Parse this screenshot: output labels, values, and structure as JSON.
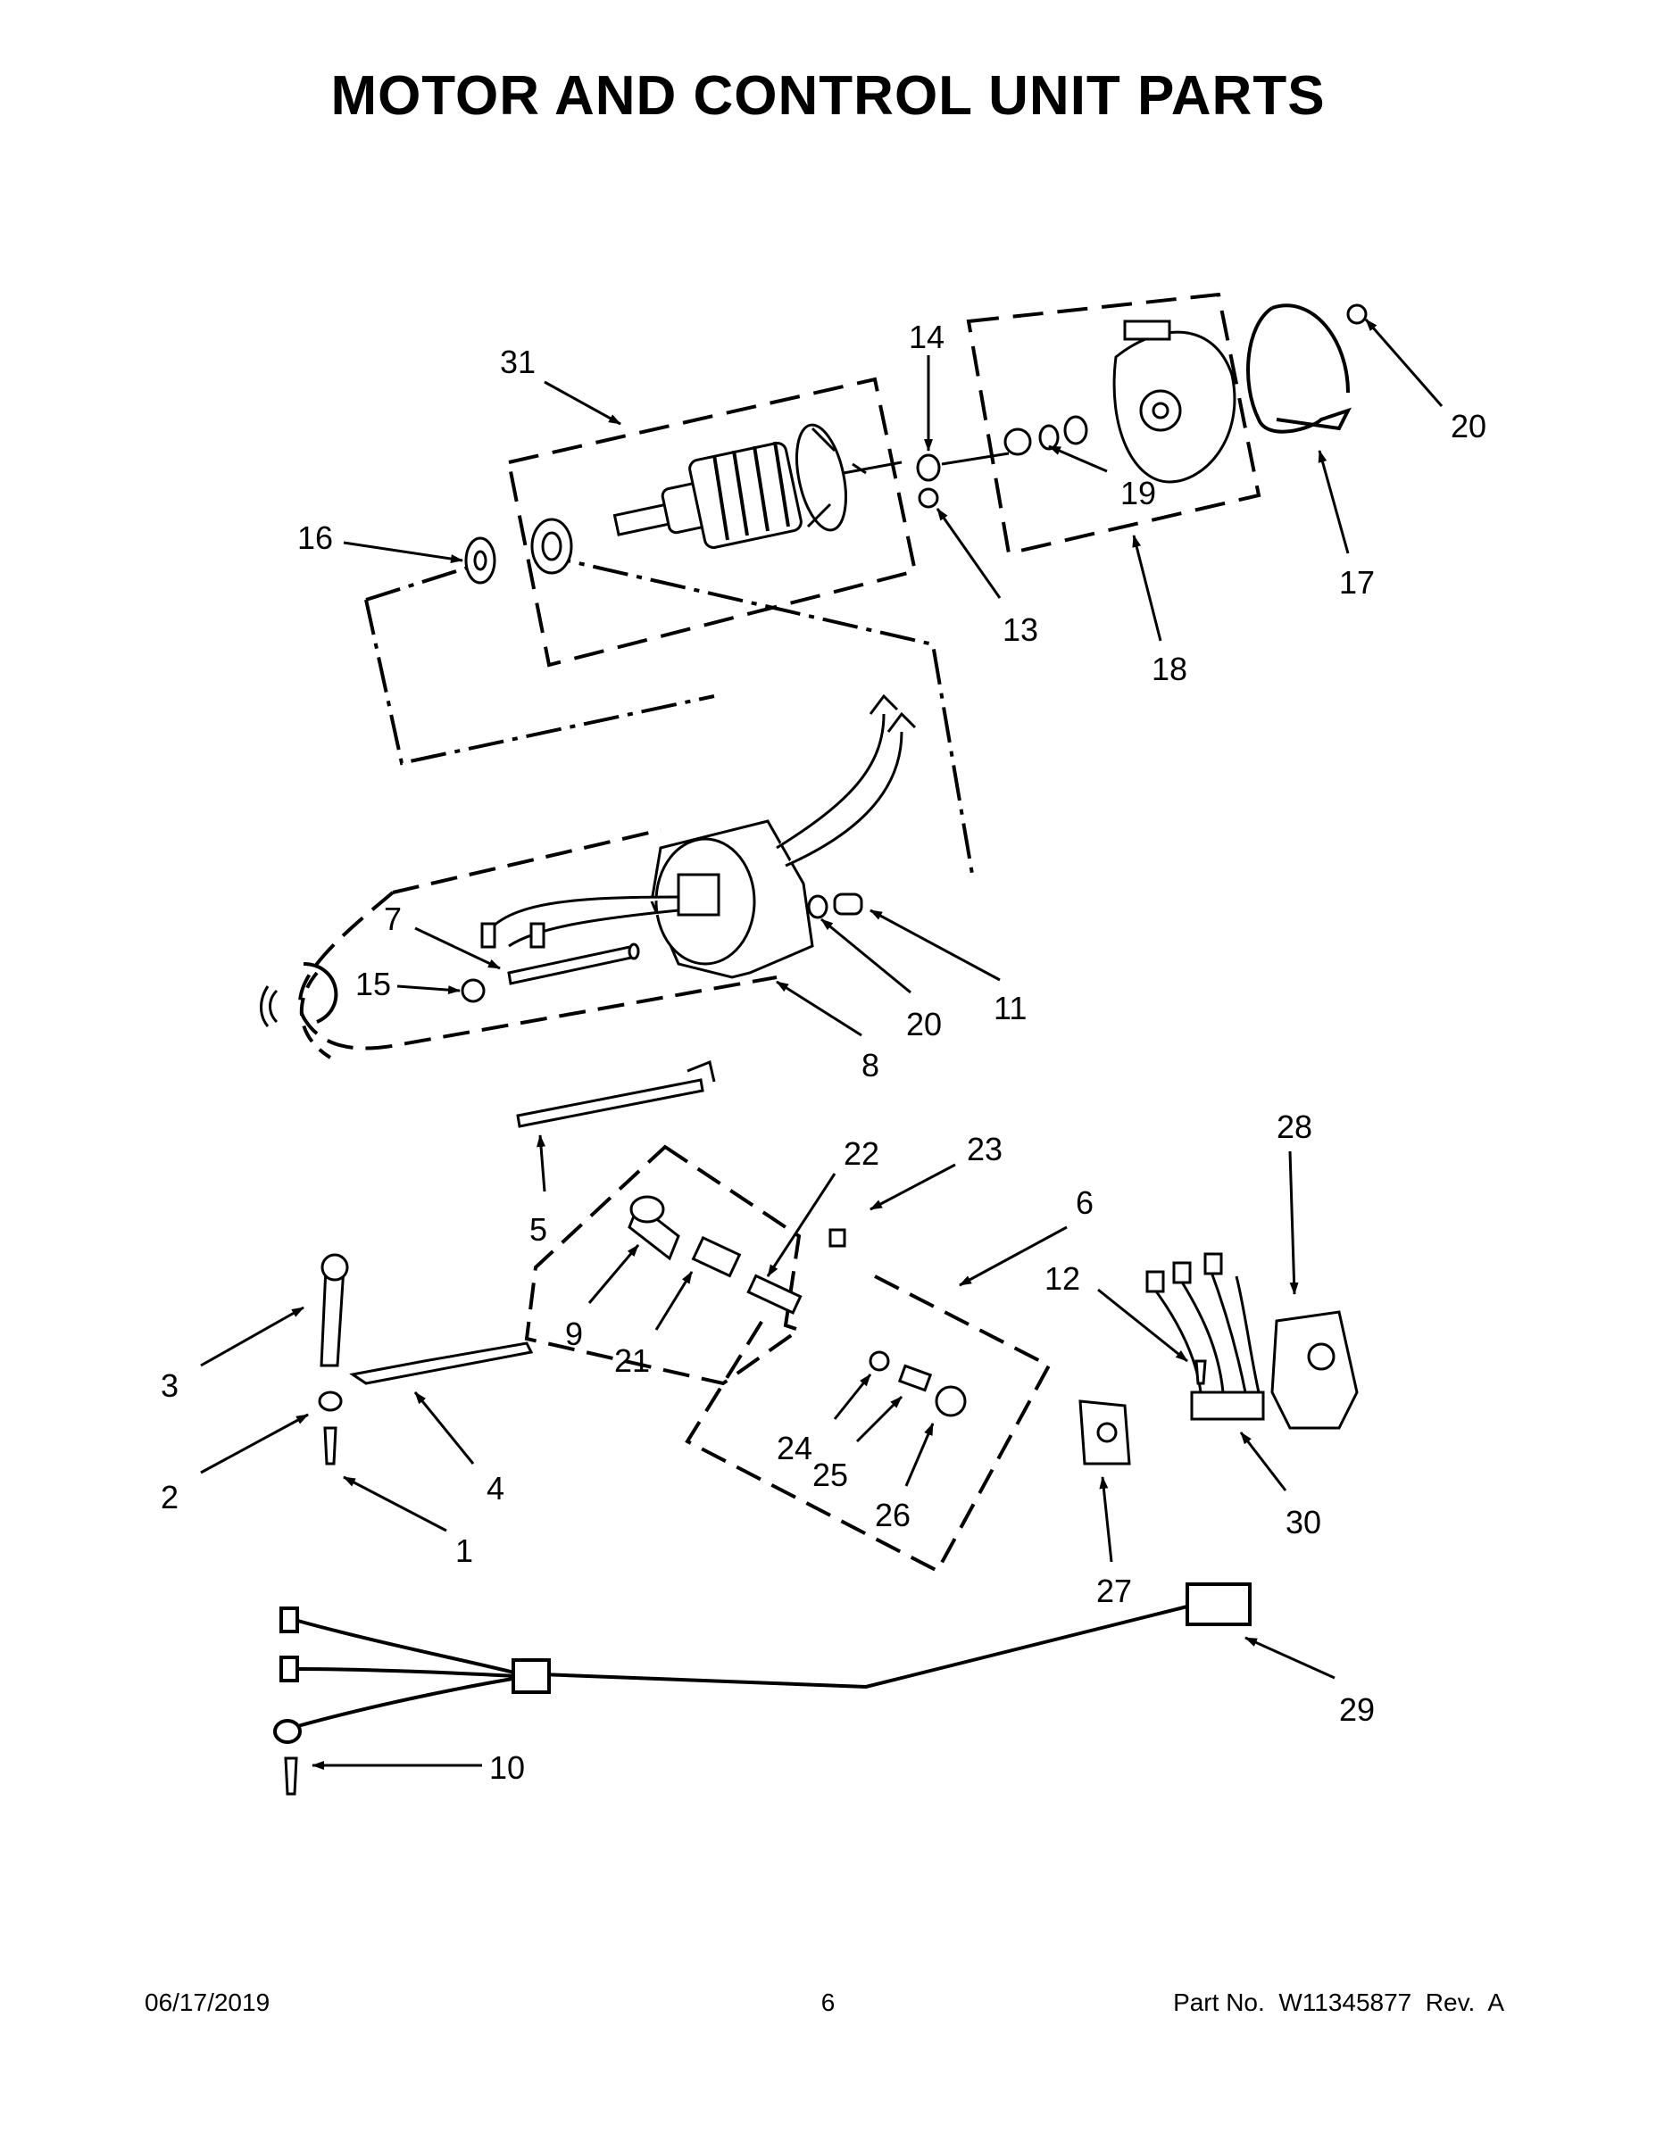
{
  "title": "MOTOR AND CONTROL UNIT PARTS",
  "callouts": {
    "c1": "1",
    "c2": "2",
    "c3": "3",
    "c4": "4",
    "c5": "5",
    "c6": "6",
    "c7": "7",
    "c8": "8",
    "c9": "9",
    "c10": "10",
    "c11": "11",
    "c12": "12",
    "c13": "13",
    "c14": "14",
    "c15": "15",
    "c16": "16",
    "c17": "17",
    "c18": "18",
    "c19": "19",
    "c20a": "20",
    "c20b": "20",
    "c21": "21",
    "c22": "22",
    "c23": "23",
    "c24": "24",
    "c25": "25",
    "c26": "26",
    "c27": "27",
    "c28": "28",
    "c29": "29",
    "c30": "30",
    "c31": "31"
  },
  "footer": {
    "date": "06/17/2019",
    "page": "6",
    "part": "Part No.  W11345877  Rev.  A"
  }
}
